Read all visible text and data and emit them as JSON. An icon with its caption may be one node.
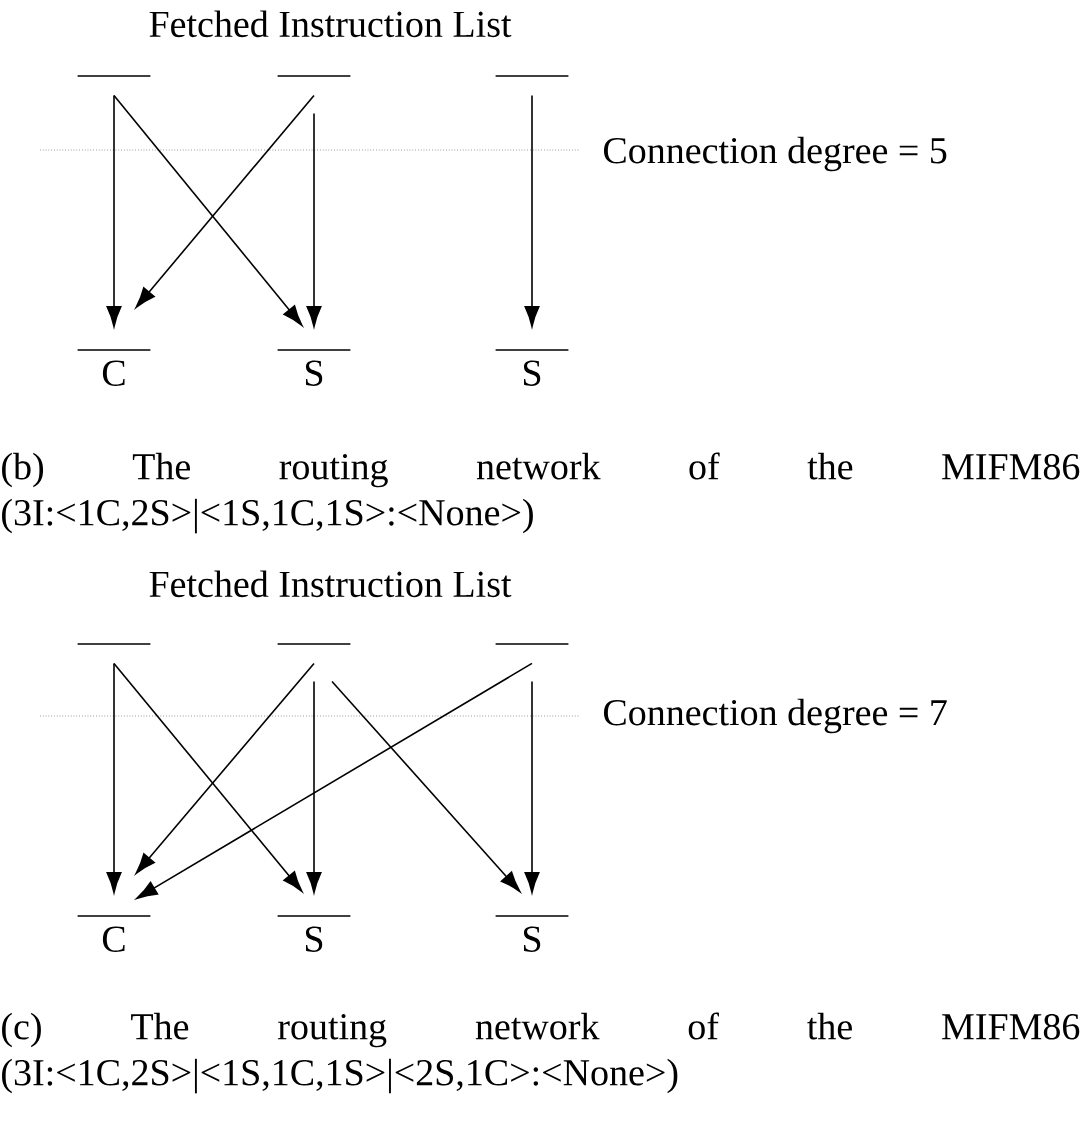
{
  "diagram": {
    "nodes": [
      {
        "text": [],
        "shape": "bar"
      },
      {
        "text": [],
        "shape": "bar"
      },
      {
        "text": [],
        "shape": "bar"
      },
      {
        "text": [
          "C"
        ]
      },
      {
        "text": [
          "S"
        ]
      },
      {
        "text": [
          "S"
        ]
      },
      {
        "text": [],
        "shape": "bar"
      },
      {
        "text": [],
        "shape": "bar"
      },
      {
        "text": [],
        "shape": "bar"
      },
      {
        "text": [
          "C"
        ]
      },
      {
        "text": [
          "S"
        ]
      },
      {
        "text": [
          "S"
        ]
      }
    ],
    "edges": [
      {
        "from": 0,
        "to": 3,
        "arrow": "to"
      },
      {
        "from": 0,
        "to": 4,
        "arrow": "to"
      },
      {
        "from": 1,
        "to": 3,
        "arrow": "to"
      },
      {
        "from": 1,
        "to": 4,
        "arrow": "to"
      },
      {
        "from": 2,
        "to": 5,
        "arrow": "to"
      },
      {
        "from": 6,
        "to": 9,
        "arrow": "to"
      },
      {
        "from": 6,
        "to": 10,
        "arrow": "to"
      },
      {
        "from": 7,
        "to": 9,
        "arrow": "to"
      },
      {
        "from": 7,
        "to": 10,
        "arrow": "to"
      },
      {
        "from": 7,
        "to": 11,
        "arrow": "to"
      },
      {
        "from": 8,
        "to": 9,
        "arrow": "to"
      },
      {
        "from": 8,
        "to": 11,
        "arrow": "to"
      }
    ],
    "labels": [
      "Fetched Instruction List",
      "Connection degree = 5",
      "(b) The routing network of the MIFM86 (3I:<1C,2S>|<1S,1C,1S>:<None>)",
      "Fetched Instruction List",
      "Connection degree = 7",
      "(c) The routing network of the MIFM86 (3I:<1C,2S>|<1S,1C,1S>|<2S,1C>:<None>)"
    ]
  }
}
